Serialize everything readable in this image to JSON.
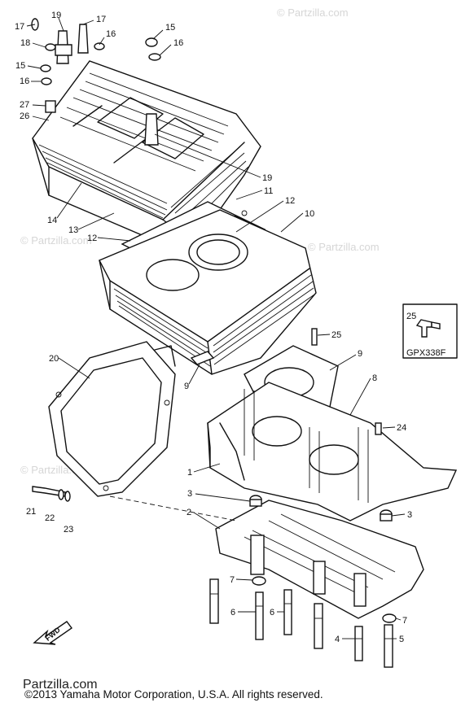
{
  "watermark": "© Partzilla.com",
  "inset_box": {
    "part": "25",
    "code": "GPX338F"
  },
  "callouts": [
    {
      "id": "c17a",
      "text": "17"
    },
    {
      "id": "c19a",
      "text": "19"
    },
    {
      "id": "c17b",
      "text": "17"
    },
    {
      "id": "c18a",
      "text": "18"
    },
    {
      "id": "c16a",
      "text": "16"
    },
    {
      "id": "c15a",
      "text": "15"
    },
    {
      "id": "c16b",
      "text": "16"
    },
    {
      "id": "c15b",
      "text": "15"
    },
    {
      "id": "c16c",
      "text": "16"
    },
    {
      "id": "c27",
      "text": "27"
    },
    {
      "id": "c26",
      "text": "26"
    },
    {
      "id": "c19b",
      "text": "19"
    },
    {
      "id": "c11",
      "text": "11"
    },
    {
      "id": "c12a",
      "text": "12"
    },
    {
      "id": "c10",
      "text": "10"
    },
    {
      "id": "c14",
      "text": "14"
    },
    {
      "id": "c13",
      "text": "13"
    },
    {
      "id": "c12b",
      "text": "12"
    },
    {
      "id": "c25",
      "text": "25"
    },
    {
      "id": "c9a",
      "text": "9"
    },
    {
      "id": "c9b",
      "text": "9"
    },
    {
      "id": "c8",
      "text": "8"
    },
    {
      "id": "c20",
      "text": "20"
    },
    {
      "id": "c24",
      "text": "24"
    },
    {
      "id": "c1",
      "text": "1"
    },
    {
      "id": "c3a",
      "text": "3"
    },
    {
      "id": "c3b",
      "text": "3"
    },
    {
      "id": "c2",
      "text": "2"
    },
    {
      "id": "c21",
      "text": "21"
    },
    {
      "id": "c22",
      "text": "22"
    },
    {
      "id": "c23",
      "text": "23"
    },
    {
      "id": "c7a",
      "text": "7"
    },
    {
      "id": "c6a",
      "text": "6"
    },
    {
      "id": "c6b",
      "text": "6"
    },
    {
      "id": "c7b",
      "text": "7"
    },
    {
      "id": "c4",
      "text": "4"
    },
    {
      "id": "c5",
      "text": "5"
    }
  ],
  "fwd_label": "FWD",
  "brand": "Partzilla.com",
  "copyright": "©2013 Yamaha Motor Corporation, U.S.A. All rights reserved."
}
